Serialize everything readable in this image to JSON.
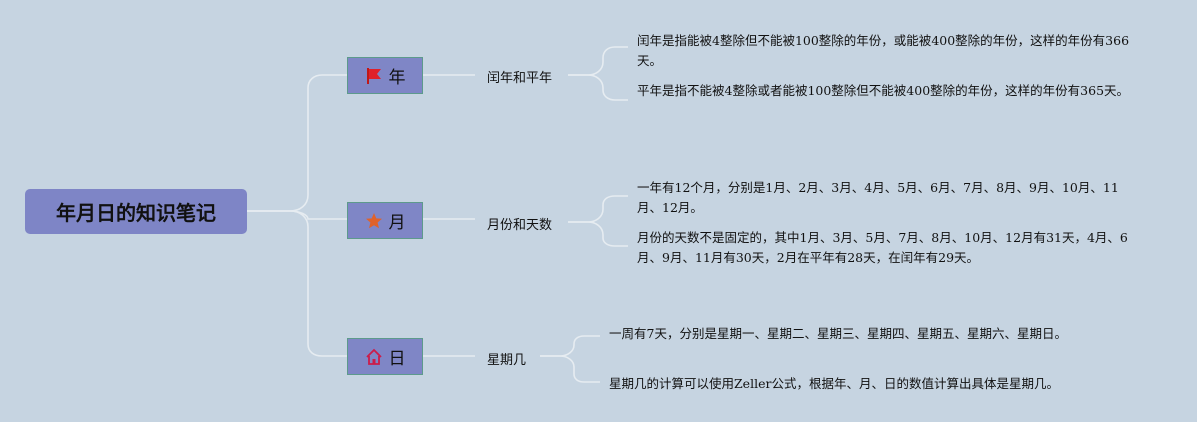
{
  "root": {
    "title": "年月日的知识笔记"
  },
  "branches": [
    {
      "label": "年",
      "icon": "red-flag-icon",
      "icon_color": "#e0202a",
      "sub": "闰年和平年",
      "leaves": [
        "闰年是指能被4整除但不能被100整除的年份，或能被400整除的年份，这样的年份有366天。",
        "平年是指不能被4整除或者能被100整除但不能被400整除的年份，这样的年份有365天。"
      ]
    },
    {
      "label": "月",
      "icon": "star-icon",
      "icon_color": "#e0622a",
      "sub": "月份和天数",
      "leaves": [
        "一年有12个月，分别是1月、2月、3月、4月、5月、6月、7月、8月、9月、10月、11月、12月。",
        "月份的天数不是固定的，其中1月、3月、5月、7月、8月、10月、12月有31天，4月、6月、9月、11月有30天，2月在平年有28天，在闰年有29天。"
      ]
    },
    {
      "label": "日",
      "icon": "home-icon",
      "icon_color": "#cc1c4a",
      "sub": "星期几",
      "leaves": [
        "一周有7天，分别是星期一、星期二、星期三、星期四、星期五、星期六、星期日。",
        "星期几的计算可以使用Zeller公式，根据年、月、日的数值计算出具体是星期几。"
      ]
    }
  ]
}
